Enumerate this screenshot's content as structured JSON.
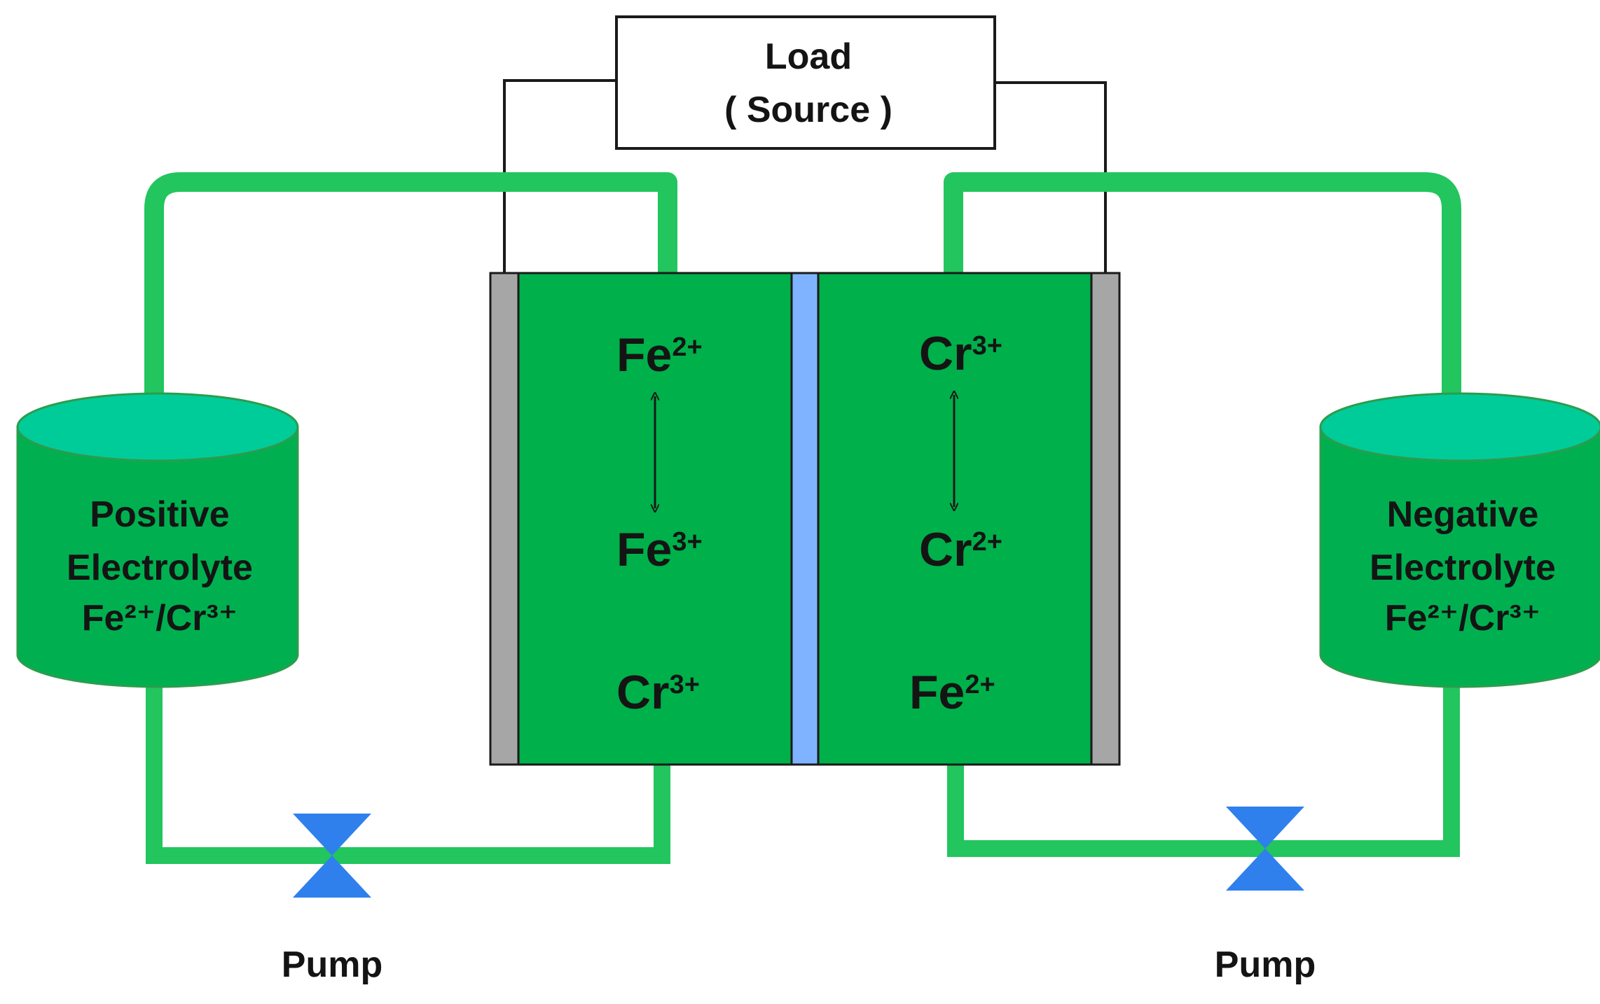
{
  "load": {
    "line1": "Load",
    "line2": "( Source )"
  },
  "left_tank": {
    "line1": "Positive",
    "line2": "Electrolyte",
    "line3": "Fe²⁺/Cr³⁺"
  },
  "right_tank": {
    "line1": "Negative",
    "line2": "Electrolyte",
    "line3": "Fe²⁺/Cr³⁺"
  },
  "cell_left": {
    "top": {
      "base": "Fe",
      "sup": "2+"
    },
    "middle": {
      "base": "Fe",
      "sup": "3+"
    },
    "bottom": {
      "base": "Cr",
      "sup": "3+"
    }
  },
  "cell_right": {
    "top": {
      "base": "Cr",
      "sup": "3+"
    },
    "middle": {
      "base": "Cr",
      "sup": "2+"
    },
    "bottom": {
      "base": "Fe",
      "sup": "2+"
    }
  },
  "pump_left": "Pump",
  "pump_right": "Pump",
  "colors": {
    "pipe": "#22c55e",
    "tank_body": "#00b050",
    "tank_top": "#00cc99",
    "electrolyte": "#00b04a",
    "electrode": "#a6a6a6",
    "membrane": "#80b3ff",
    "pump": "#2f80ed",
    "wire": "#1a1a1a"
  }
}
